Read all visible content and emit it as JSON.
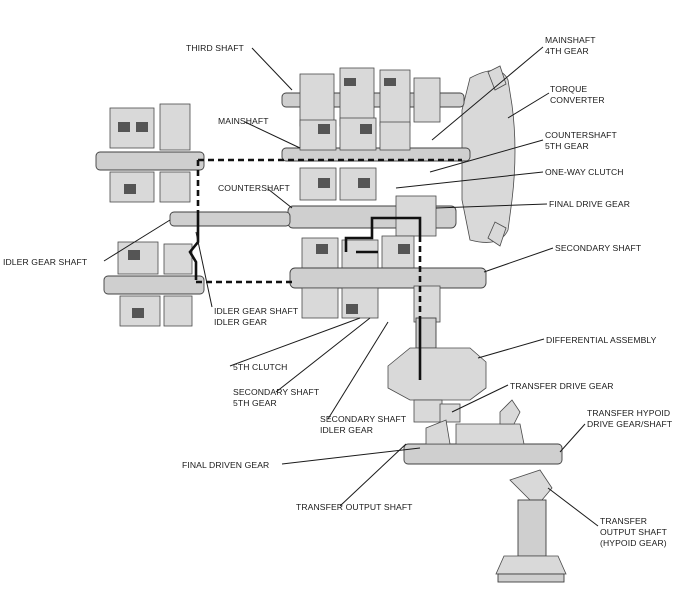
{
  "labels": {
    "third_shaft": "THIRD SHAFT",
    "mainshaft": "MAINSHAFT",
    "countershaft": "COUNTERSHAFT",
    "idler_gear_shaft": "IDLER GEAR SHAFT",
    "idler_gear_shaft_idler_gear_1": "IDLER GEAR SHAFT",
    "idler_gear_shaft_idler_gear_2": "IDLER GEAR",
    "fifth_clutch": "5TH CLUTCH",
    "secondary_shaft_5th_gear_1": "SECONDARY SHAFT",
    "secondary_shaft_5th_gear_2": "5TH GEAR",
    "secondary_shaft_idler_gear_1": "SECONDARY SHAFT",
    "secondary_shaft_idler_gear_2": "IDLER GEAR",
    "final_driven_gear": "FINAL DRIVEN GEAR",
    "transfer_output_shaft": "TRANSFER OUTPUT SHAFT",
    "mainshaft_4th_gear_1": "MAINSHAFT",
    "mainshaft_4th_gear_2": "4TH GEAR",
    "torque_converter_1": "TORQUE",
    "torque_converter_2": "CONVERTER",
    "countershaft_5th_gear_1": "COUNTERSHAFT",
    "countershaft_5th_gear_2": "5TH GEAR",
    "one_way_clutch": "ONE-WAY CLUTCH",
    "final_drive_gear": "FINAL DRIVE GEAR",
    "secondary_shaft": "SECONDARY SHAFT",
    "differential_assembly": "DIFFERENTIAL ASSEMBLY",
    "transfer_drive_gear": "TRANSFER DRIVE GEAR",
    "transfer_hypoid_1": "TRANSFER HYPOID",
    "transfer_hypoid_2": "DRIVE GEAR/SHAFT",
    "transfer_output_hypoid_1": "TRANSFER",
    "transfer_output_hypoid_2": "OUTPUT SHAFT",
    "transfer_output_hypoid_3": "(HYPOID GEAR)"
  }
}
